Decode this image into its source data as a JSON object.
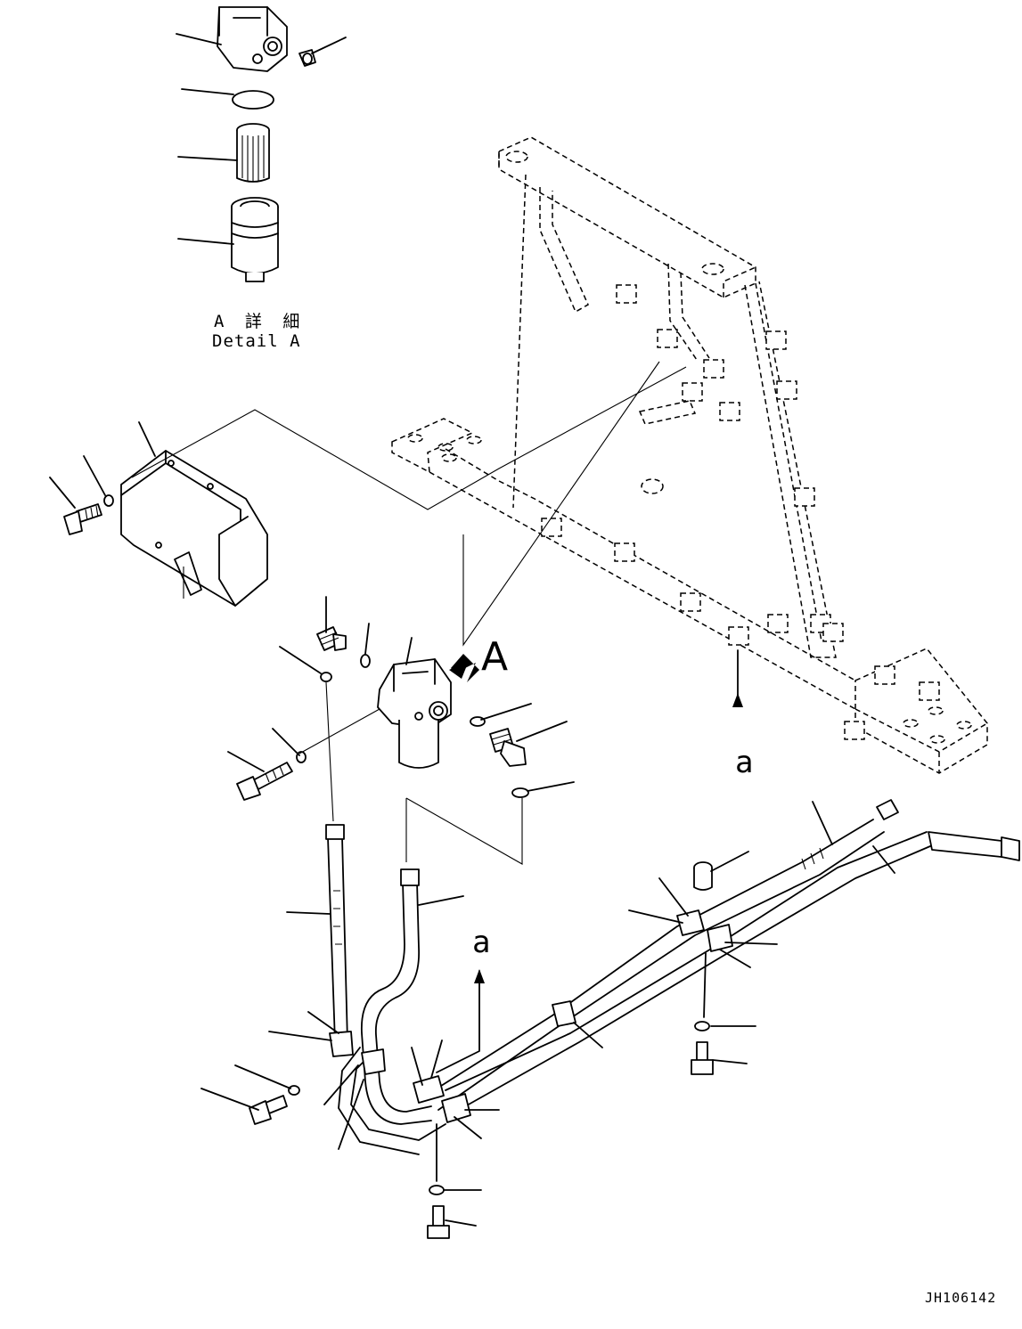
{
  "detail": {
    "label_jp": "A 詳 細",
    "label_en": "Detail A"
  },
  "view_marker": "A",
  "reference_marks": [
    "a",
    "a"
  ],
  "drawing_number": "JH106142"
}
